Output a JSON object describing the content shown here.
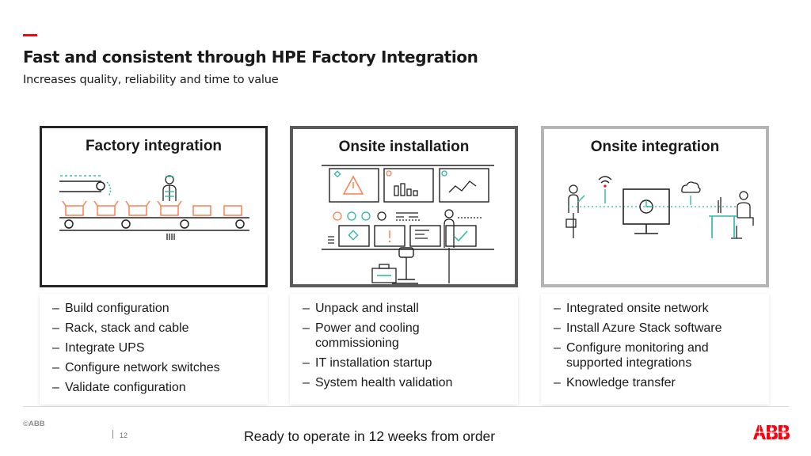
{
  "slide": {
    "title": "Fast and consistent through HPE Factory Integration",
    "subtitle": "Increases quality, reliability and time to value",
    "accent_color": "#ff000f"
  },
  "panels": [
    {
      "title": "Factory integration",
      "bullets": [
        "Build configuration",
        "Rack, stack and cable",
        "Integrate UPS",
        "Configure network switches",
        "Validate configuration"
      ]
    },
    {
      "title": "Onsite installation",
      "bullets": [
        "Unpack and install",
        "Power and cooling commissioning",
        "IT installation startup",
        "System health validation"
      ]
    },
    {
      "title": "Onsite integration",
      "bullets": [
        "Integrated onsite network",
        "Install Azure Stack software",
        "Configure monitoring and supported integrations",
        "Knowledge transfer"
      ]
    }
  ],
  "icons": {
    "factory": "conveyor-belt-illustration",
    "onsite_installation": "control-room-illustration",
    "onsite_integration": "network-integration-illustration",
    "logo": "abb-logo"
  },
  "colors": {
    "teal": "#28b8a8",
    "orange": "#ff7f50",
    "red": "#ff000f"
  },
  "footer": {
    "copyright": "©ABB",
    "page_number": "12",
    "message": "Ready to operate in 12 weeks from order"
  }
}
